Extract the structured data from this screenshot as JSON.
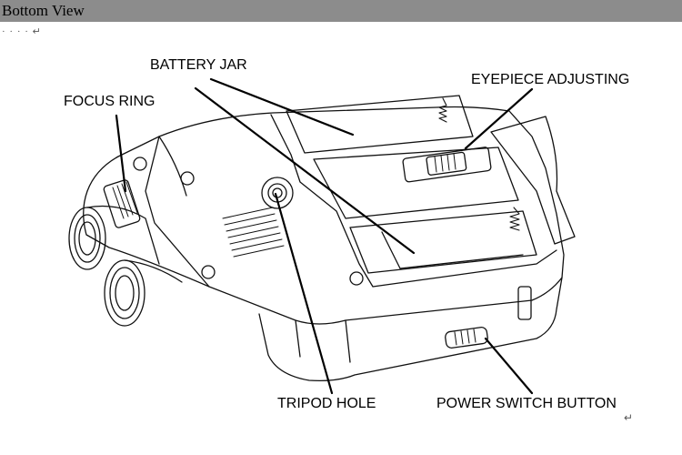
{
  "header": {
    "title": "Bottom View"
  },
  "paragraph_marks": "· · · · ↵",
  "trailing_mark": "↵",
  "labels": {
    "battery_jar": "BATTERY JAR",
    "focus_ring": "FOCUS RING",
    "eyepiece_adjusting": "EYEPIECE ADJUSTING",
    "tripod_hole": "TRIPOD HOLE",
    "power_switch_button": "POWER SWITCH BUTTON"
  },
  "colors": {
    "header_bar": "#8c8c8c",
    "line": "#000000"
  }
}
